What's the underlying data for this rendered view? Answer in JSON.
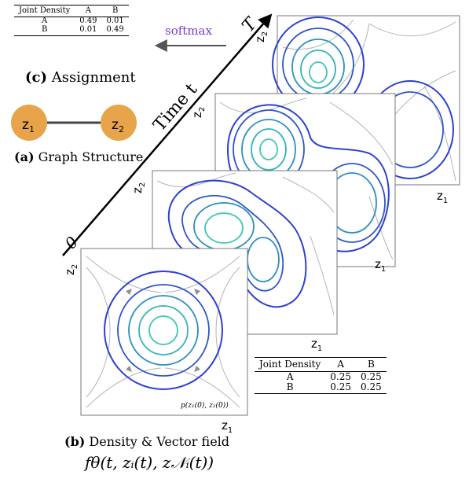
{
  "assignment_table": {
    "headers": [
      "Joint Density",
      "A",
      "B"
    ],
    "rows": [
      [
        "A",
        "0.49",
        "0.01"
      ],
      [
        "B",
        "0.01",
        "0.49"
      ]
    ]
  },
  "softmax_label": "softmax",
  "caption_c": {
    "tag": "(c)",
    "text": " Assignment"
  },
  "graph": {
    "node1": "z",
    "node1_sub": "1",
    "node2": "z",
    "node2_sub": "2",
    "node_color": "#E8A44A"
  },
  "caption_a": {
    "tag": "(a)",
    "text": " Graph Structure"
  },
  "time_axis": {
    "start": "0",
    "label": "Time t",
    "end": "T"
  },
  "axis_labels": {
    "x": "z",
    "x_sub": "1",
    "y": "z",
    "y_sub": "2"
  },
  "front_panel_label": "p(z₁(0), z₂(0))",
  "final_table": {
    "headers": [
      "Joint Density",
      "A",
      "B"
    ],
    "rows": [
      [
        "A",
        "0.25",
        "0.25"
      ],
      [
        "B",
        "0.25",
        "0.25"
      ]
    ]
  },
  "caption_b": {
    "tag": "(b)",
    "text": " Density & Vector field"
  },
  "formula": "fθ(t, zᵢ(t), z𝒩ᵢ(t))",
  "colors": {
    "contour_outer": "#2f3fd0",
    "contour_mid": "#2d8fc0",
    "contour_inner": "#3cc8b0",
    "stream": "#a8a8a8",
    "softmax": "#7a3ad6"
  }
}
